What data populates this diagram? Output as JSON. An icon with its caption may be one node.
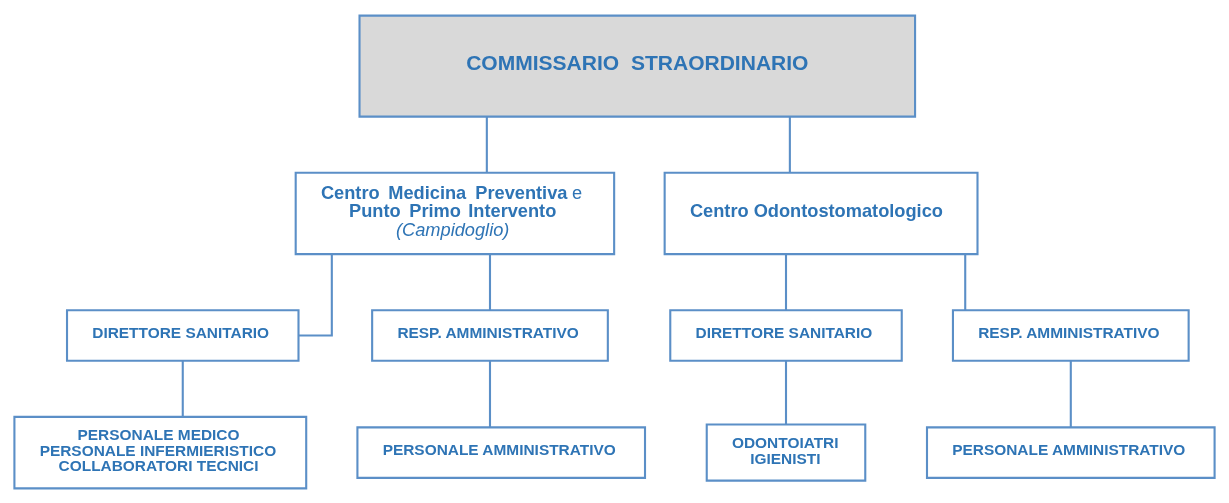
{
  "diagram": {
    "nodes": [
      {
        "text": [
          "COMMISSARIO  STRAORDINARIO"
        ]
      },
      {
        "text": [
          "**Centro Medicina Preventiva** e **Punto Primo Intervento** *(Campidoglio)*"
        ]
      },
      {
        "text": [
          "Centro Odontostomatologico"
        ]
      },
      {
        "text": [
          "DIRETTORE SANITARIO"
        ]
      },
      {
        "text": [
          "RESP. AMMINISTRATIVO"
        ]
      },
      {
        "text": [
          "DIRETTORE SANITARIO"
        ]
      },
      {
        "text": [
          "RESP. AMMINISTRATIVO"
        ]
      },
      {
        "text": [
          "PERSONALE MEDICO",
          "PERSONALE INFERMIERISTICO",
          "COLLABORATORI TECNICI"
        ]
      },
      {
        "text": [
          "PERSONALE AMMINISTRATIVO"
        ]
      },
      {
        "text": [
          "ODONTOIATRI",
          "IGIENISTI"
        ]
      },
      {
        "text": [
          "PERSONALE AMMINISTRATIVO"
        ]
      }
    ],
    "edges": [
      {
        "from": 0,
        "to": 1,
        "arrow": "none"
      },
      {
        "from": 0,
        "to": 2,
        "arrow": "none"
      },
      {
        "from": 1,
        "to": 3,
        "arrow": "none"
      },
      {
        "from": 1,
        "to": 4,
        "arrow": "none"
      },
      {
        "from": 2,
        "to": 5,
        "arrow": "none"
      },
      {
        "from": 2,
        "to": 6,
        "arrow": "none"
      },
      {
        "from": 3,
        "to": 7,
        "arrow": "none"
      },
      {
        "from": 4,
        "to": 8,
        "arrow": "none"
      },
      {
        "from": 5,
        "to": 9,
        "arrow": "none"
      },
      {
        "from": 6,
        "to": 10,
        "arrow": "none"
      }
    ]
  }
}
